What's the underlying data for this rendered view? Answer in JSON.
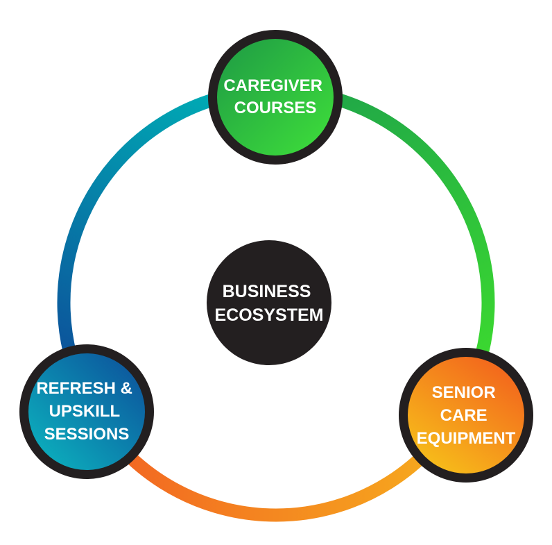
{
  "diagram": {
    "center": {
      "lines": [
        "BUSINESS",
        "ECOSYSTEM"
      ],
      "fill": "#231f20"
    },
    "nodes": [
      {
        "id": "caregiver-courses",
        "lines": [
          "CAREGIVER",
          "COURSES"
        ],
        "gradient": [
          "#1e9a45",
          "#3fe03a"
        ]
      },
      {
        "id": "senior-care-equipment",
        "lines": [
          "SENIOR",
          "CARE",
          "EQUIPMENT"
        ],
        "gradient": [
          "#f7c01a",
          "#f25e1d"
        ]
      },
      {
        "id": "refresh-upskill-sessions",
        "lines": [
          "REFRESH &",
          "UPSKILL",
          "SESSIONS"
        ],
        "gradient": [
          "#0bb8c0",
          "#0d4d9a"
        ]
      }
    ],
    "ring_colors": {
      "green": "#3ddc2e",
      "green_dark": "#1ea34a",
      "orange": "#f7b21d",
      "orange_dark": "#f26522",
      "blue": "#00a9b4",
      "blue_dark": "#0d4c99"
    },
    "node_border": "#231f20"
  }
}
